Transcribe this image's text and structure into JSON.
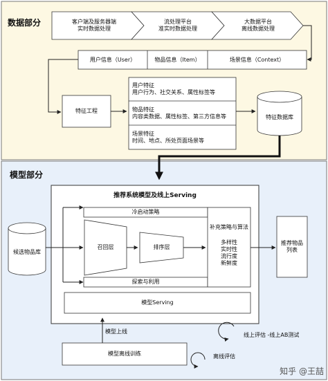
{
  "data_section": {
    "title": "数据部分",
    "pipeline": [
      "客户端及服务器端\n实时数据处理",
      "流处理平台\n准实时数据处理",
      "大数据平台\n离线数据处理"
    ],
    "info": [
      "用户信息（User）",
      "物品信息（Item）",
      "场景信息（Context）"
    ],
    "feature_engineering": "特征工程",
    "features": [
      "用户特征\n用户行为、社交关系、属性标签等",
      "物品特征\n内容类数据、属性标签、第三方信息等",
      "场景特征\n时间、地点、所处页面场景等"
    ],
    "feature_db": "特征数据库"
  },
  "model_section": {
    "title": "模型部分",
    "box_title": "推荐系统模型及线上Serving",
    "cold_start": "冷启动策略",
    "recall": "召回层",
    "rank": "排序层",
    "supplement": "补充策略与算法",
    "supplement_items": "多样性\n实时性\n流行度\n新鲜度",
    "explore": "探索与利用",
    "serving": "模型Serving",
    "candidates": "候选物品库",
    "rec_list": "推荐物品\n列表",
    "online_deploy": "模型上线",
    "offline_train": "模型离线训练",
    "online_eval": "线上评估 -线上AB测试",
    "offline_eval": "离线评估"
  },
  "watermark": "知乎 @王喆"
}
